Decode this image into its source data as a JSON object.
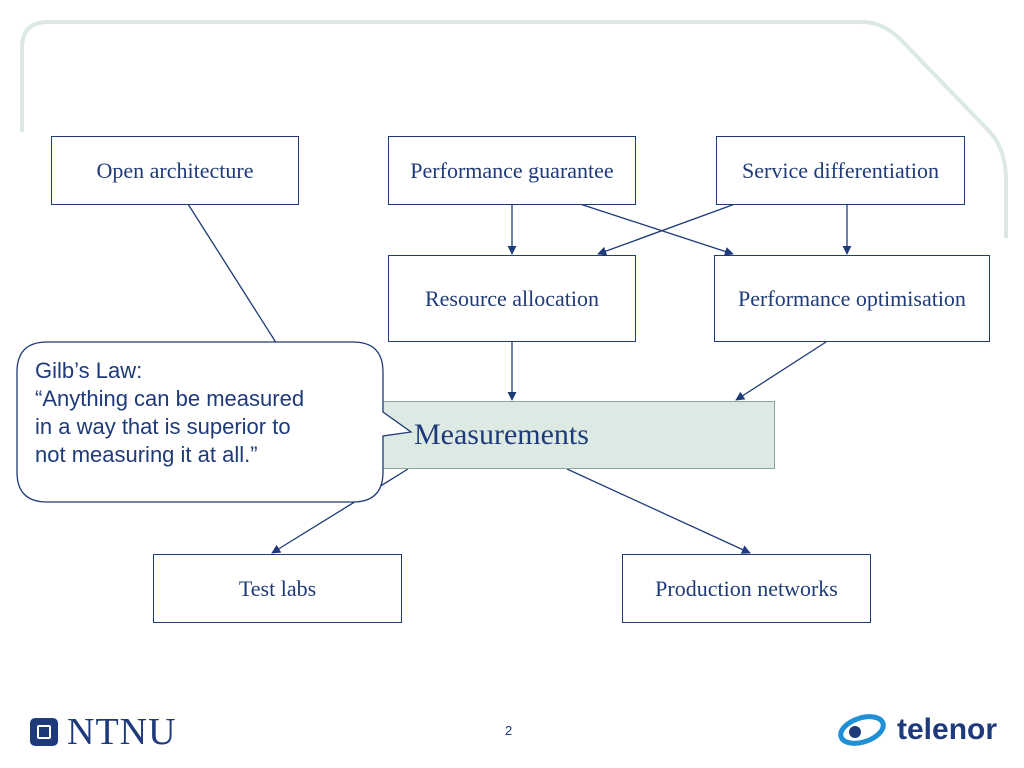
{
  "diagram": {
    "boxes": {
      "open_architecture": "Open architecture",
      "performance_guarantee": "Performance guarantee",
      "service_differentiation": "Service differentiation",
      "resource_allocation": "Resource allocation",
      "performance_optimisation": "Performance optimisation",
      "measurements": "Measurements",
      "test_labs": "Test labs",
      "production_networks": "Production networks"
    },
    "callout": {
      "line1": "Gilb’s Law:",
      "line2": "“Anything can be measured",
      "line3": "in a way that is superior to",
      "line4": "not measuring it at all.”"
    }
  },
  "footer": {
    "page_number": "2",
    "left_logo": "NTNU",
    "right_logo": "telenor"
  },
  "colors": {
    "text": "#1f3a7a",
    "frame": "#dce8e2",
    "measurements_fill": "#dde9e3"
  }
}
